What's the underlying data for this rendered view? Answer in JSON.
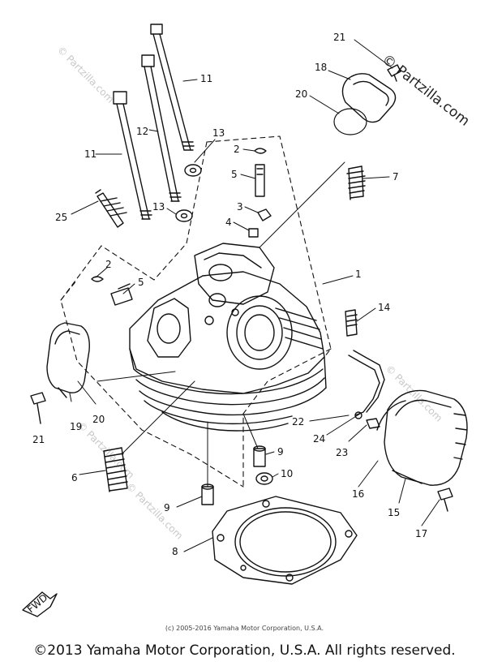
{
  "diagram": {
    "callouts": [
      {
        "id": "21",
        "label": "21"
      },
      {
        "id": "18",
        "label": "18"
      },
      {
        "id": "20",
        "label": "20"
      },
      {
        "id": "11",
        "label": "11"
      },
      {
        "id": "12",
        "label": "12"
      },
      {
        "id": "13",
        "label": "13"
      },
      {
        "id": "2",
        "label": "2"
      },
      {
        "id": "5",
        "label": "5"
      },
      {
        "id": "7",
        "label": "7"
      },
      {
        "id": "3",
        "label": "3"
      },
      {
        "id": "4",
        "label": "4"
      },
      {
        "id": "25",
        "label": "25"
      },
      {
        "id": "1",
        "label": "1"
      },
      {
        "id": "14",
        "label": "14"
      },
      {
        "id": "6",
        "label": "6"
      },
      {
        "id": "19",
        "label": "19"
      },
      {
        "id": "22",
        "label": "22"
      },
      {
        "id": "24",
        "label": "24"
      },
      {
        "id": "23",
        "label": "23"
      },
      {
        "id": "9",
        "label": "9"
      },
      {
        "id": "10",
        "label": "10"
      },
      {
        "id": "16",
        "label": "16"
      },
      {
        "id": "15",
        "label": "15"
      },
      {
        "id": "17",
        "label": "17"
      },
      {
        "id": "8",
        "label": "8"
      }
    ],
    "fwd_label": "FWD"
  },
  "watermark": {
    "text": "© Partzilla.com",
    "brand": "© Partzilla.com"
  },
  "footer": {
    "source": "(c) 2005-2016 Yamaha Motor Corporation, U.S.A.",
    "copyright": "©2013 Yamaha Motor Corporation, U.S.A. All rights reserved."
  },
  "colors": {
    "line": "#111111",
    "watermark": "#c8c8c8"
  }
}
